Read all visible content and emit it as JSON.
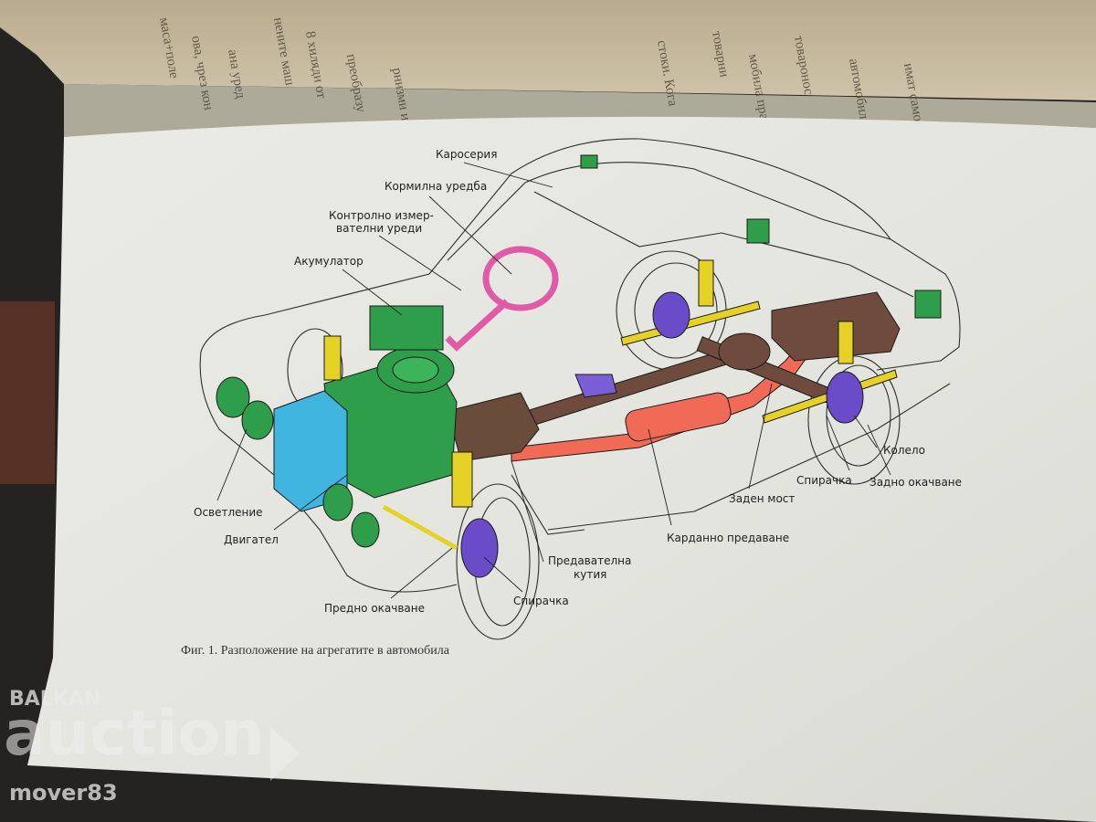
{
  "book_text_fragments": [
    "масa+поле",
    "oвa, чрез кон",
    "анa уред",
    "ненитe маш",
    "8 хиляди от",
    "преобразу",
    "рнизми и агр",
    "стоки. Кога",
    "товарни",
    "мобила пра",
    "тoвaронос",
    "автомобил",
    "имат само"
  ],
  "figure": {
    "labels": {
      "body": "Каросерия",
      "steering": "Кормилна уредба",
      "instruments_line1": "Контролно измер-",
      "instruments_line2": "вателни уреди",
      "battery": "Акумулатор",
      "lighting": "Осветление",
      "engine": "Двигател",
      "front_suspension": "Предно окачване",
      "brake_front": "Спирачка",
      "gearbox_line1": "Предавателна",
      "gearbox_line2": "кутия",
      "driveshaft": "Карданно предаване",
      "rear_axle": "Заден мост",
      "brake_rear": "Спирачка",
      "wheel": "Колело",
      "rear_suspension": "Задно окачване"
    },
    "caption": "Фиг. 1. Разположение на агрегатите в автомобила"
  },
  "watermark": {
    "top": "BALKAN",
    "main": "auction",
    "bottom": "mover83"
  },
  "colors": {
    "engine": "#2f9e4a",
    "radiator": "#3fb5e0",
    "steering_wheel": "#e05aa8",
    "suspension": "#e6d226",
    "brakes": "#6a4cc9",
    "exhaust": "#f06a55",
    "drivetrain": "#6e4b3d"
  }
}
